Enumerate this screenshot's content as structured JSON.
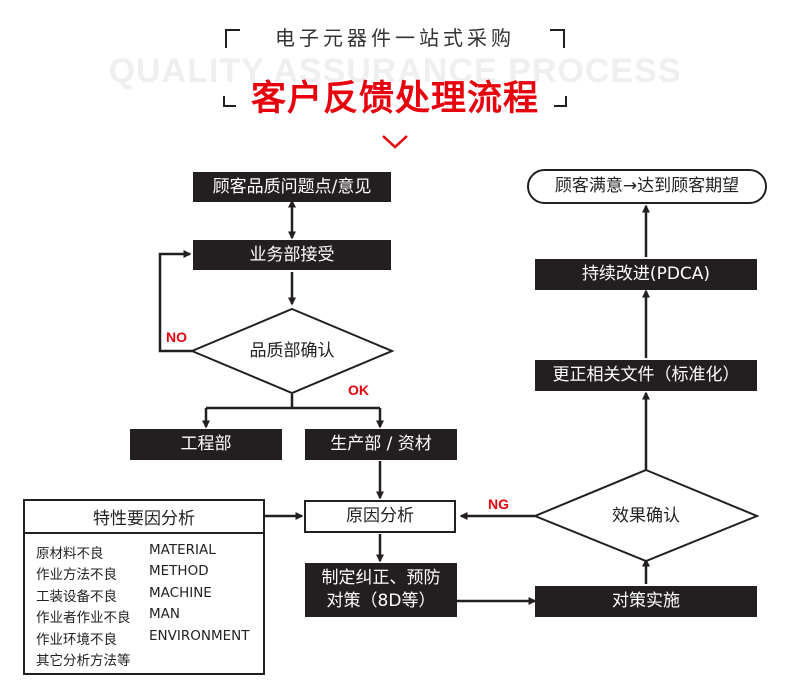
{
  "header": {
    "subtitle": "电子元器件一站式采购",
    "watermark": "QUALITY ASSURANCE PROCESS",
    "title": "客户反馈处理流程"
  },
  "flow": {
    "customer_issue": "顾客品质问题点/意见",
    "business_accept": "业务部接受",
    "quality_confirm": "品质部确认",
    "engineering": "工程部",
    "production": "生产部 / 资材",
    "root_cause": "原因分析",
    "corrective_line1": "制定纠正、预防",
    "corrective_line2": "对策（8D等）",
    "implement": "对策实施",
    "effect_confirm": "效果确认",
    "update_docs": "更正相关文件（标准化）",
    "pdca": "持续改进(PDCA)",
    "satisfaction": "顾客满意→达到顾客期望"
  },
  "labels": {
    "no": "NO",
    "ok": "OK",
    "ng": "NG"
  },
  "factors": {
    "title": "特性要因分析",
    "rows": [
      {
        "cn": "原材料不良",
        "en": "MATERIAL"
      },
      {
        "cn": "作业方法不良",
        "en": "METHOD"
      },
      {
        "cn": "工装设备不良",
        "en": "MACHINE"
      },
      {
        "cn": "作业者作业不良",
        "en": "MAN"
      },
      {
        "cn": "作业环境不良",
        "en": "ENVIRONMENT"
      },
      {
        "cn": "其它分析方法等",
        "en": ""
      }
    ]
  },
  "colors": {
    "accent": "#e8000d",
    "dark": "#231f20"
  }
}
